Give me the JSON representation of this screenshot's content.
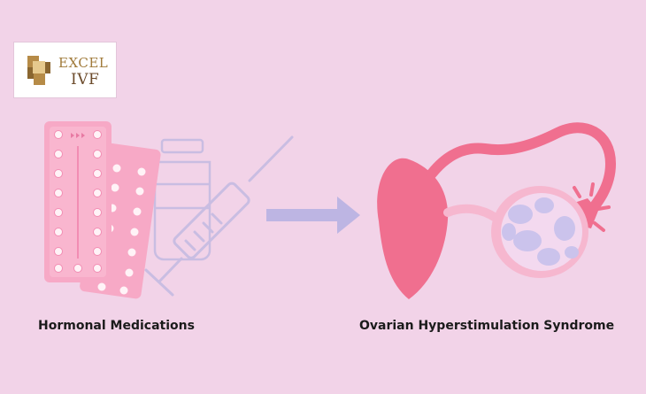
{
  "logo": {
    "line1": "EXCEL",
    "line2": "IVF",
    "primary_color": "#a07a3a",
    "secondary_color": "#6b4a2a"
  },
  "captions": {
    "left": "Hormonal Medications",
    "right": "Ovarian Hyperstimulation Syndrome"
  },
  "colors": {
    "background": "#f2d3e8",
    "pill_pack": "#f7a9c6",
    "syringe": "#c9bde2",
    "arrow": "#bdb5e3",
    "uterus": "#f06f8f",
    "ovary": "#f6b7cf",
    "cyst": "#cbc3ec"
  }
}
